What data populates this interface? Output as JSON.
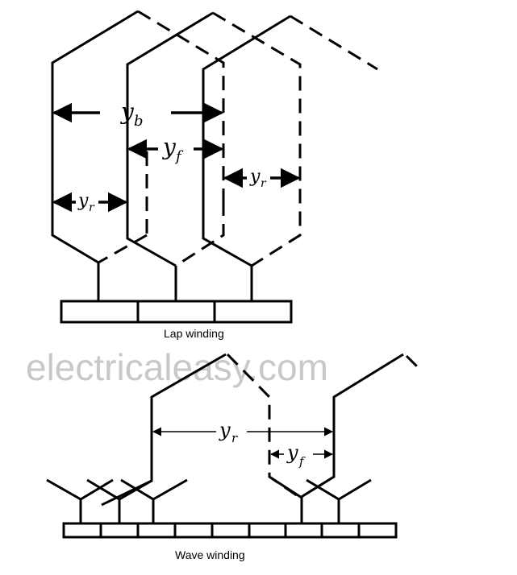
{
  "watermark": "electricaleasy.com",
  "lap": {
    "caption": "Lap winding",
    "labels": {
      "yb": {
        "main": "y",
        "sub": "b"
      },
      "yf": {
        "main": "y",
        "sub": "f"
      },
      "yr_left": {
        "main": "y",
        "sub": "r"
      },
      "yr_right": {
        "main": "y",
        "sub": "r"
      }
    },
    "commutator_segments": 3
  },
  "wave": {
    "caption": "Wave winding",
    "labels": {
      "yr": {
        "main": "y",
        "sub": "r"
      },
      "yf": {
        "main": "y",
        "sub": "f"
      }
    },
    "commutator_segments": 9
  },
  "colors": {
    "line": "#000000",
    "watermark": "#c8c8c8",
    "background": "#ffffff"
  }
}
